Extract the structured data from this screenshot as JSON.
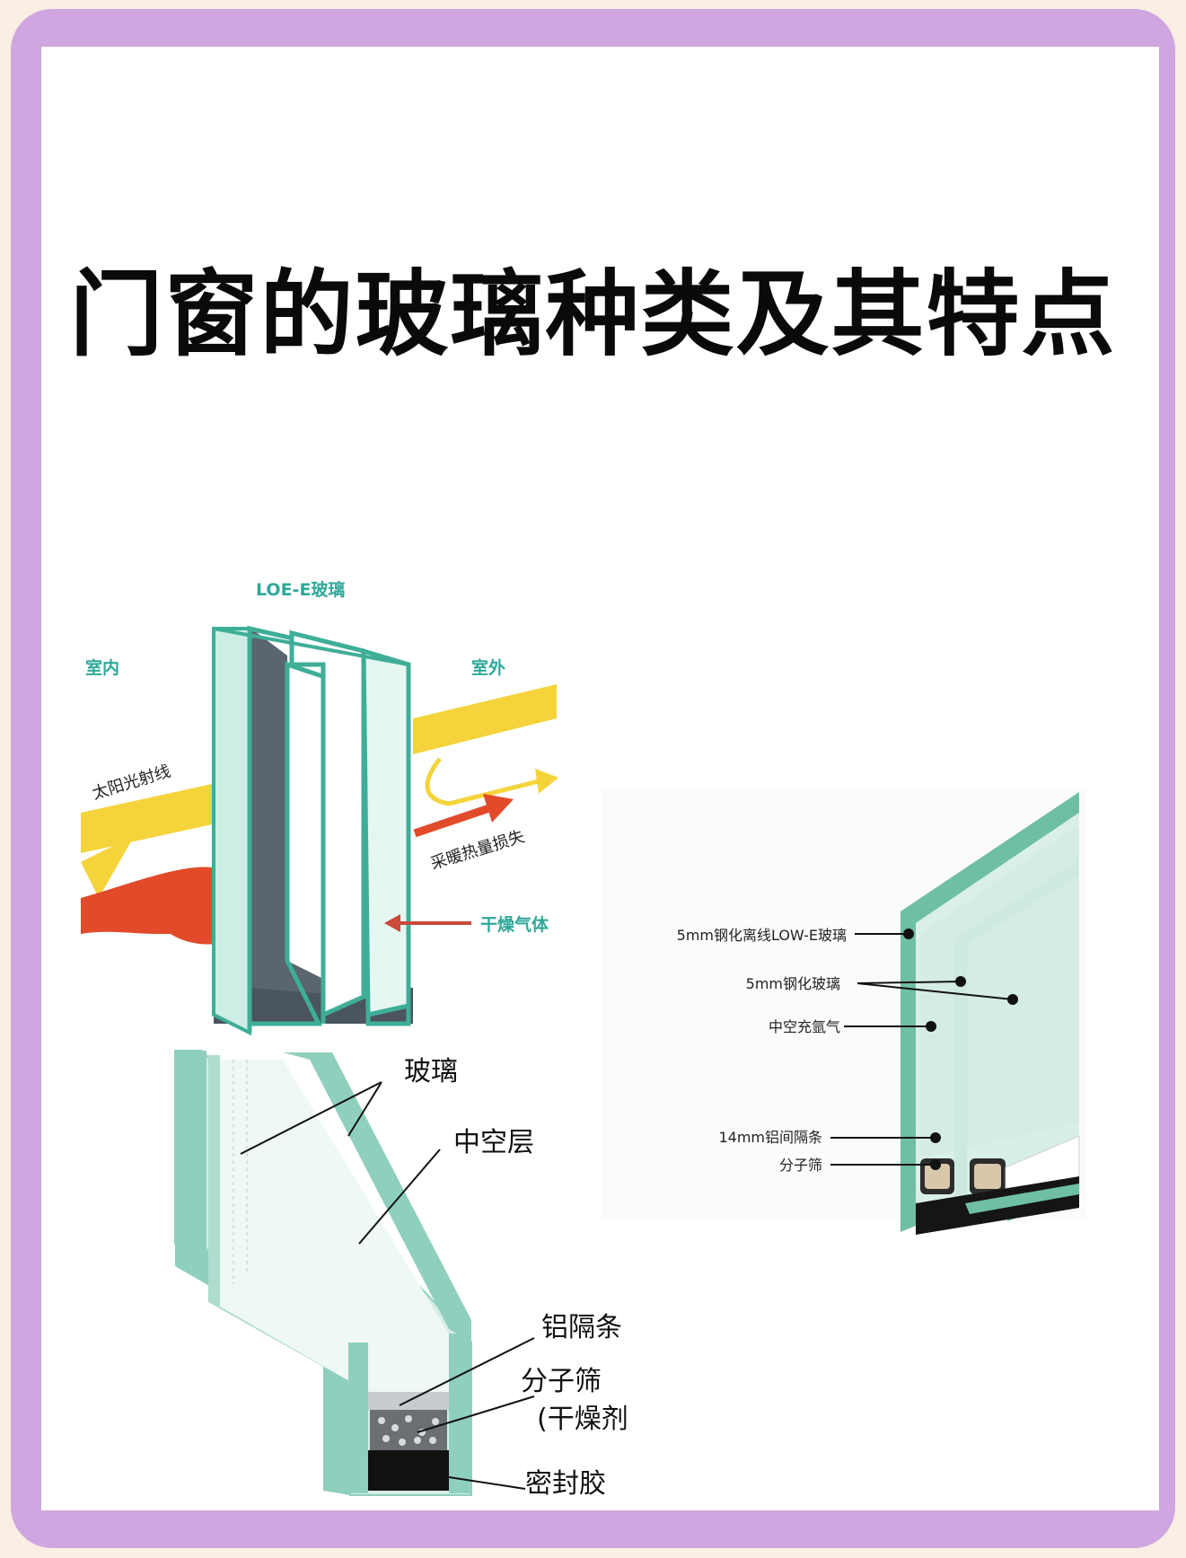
{
  "title": "门窗的玻璃种类及其特点",
  "colors": {
    "frame": "#cfa6df",
    "glass": "#8fcfbd",
    "glass_edge": "#3fae98",
    "spacer": "#4a5560",
    "sun": "#f5d33a",
    "heat": "#e24a2a",
    "teal_text": "#2fa89a"
  },
  "diagram_lowe": {
    "label_glass": "LOE-E玻璃",
    "label_indoor": "室内",
    "label_outdoor": "室外",
    "label_sun": "太阳光射线",
    "label_heat": "采暖热量损失",
    "label_gas": "干燥气体"
  },
  "diagram_triple": {
    "label_lowe": "5mm钢化离线LOW-E玻璃",
    "label_tempered": "5mm钢化玻璃",
    "label_argon": "中空充氩气",
    "label_spacer": "14mm铝间隔条",
    "label_sieve": "分子筛"
  },
  "diagram_double": {
    "label_glass": "玻璃",
    "label_cavity": "中空层",
    "label_spacer": "铝隔条",
    "label_sieve_1": "分子筛",
    "label_sieve_2": "(干燥剂",
    "label_sealant": "密封胶"
  }
}
